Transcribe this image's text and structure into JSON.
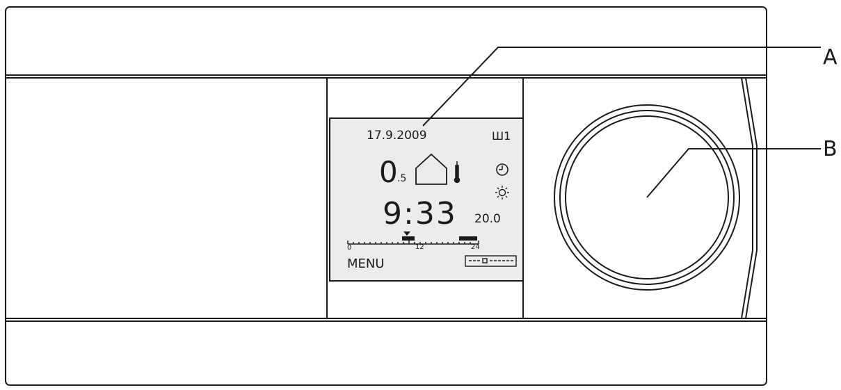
{
  "callouts": {
    "a": "A",
    "b": "B"
  },
  "display": {
    "date": "17.9.2009",
    "circuit": "Ш1",
    "outside_temp_main": "0",
    "outside_temp_decimal": ".5",
    "time": "9:33",
    "setpoint": "20.0",
    "scale_ticks": {
      "start": "0",
      "mid": "12",
      "end": "24"
    },
    "menu_label": "MENU",
    "icons": [
      "house-icon",
      "thermometer-icon",
      "clock-mode-icon",
      "sun-icon",
      "timeline-bar-icon",
      "program-indicator-icon",
      "radiator-icon"
    ]
  },
  "control": {
    "knob": "rotary-knob"
  },
  "colors": {
    "line": "#1a1a1a",
    "lcd_background": "#ececec",
    "panel": "#ffffff"
  }
}
